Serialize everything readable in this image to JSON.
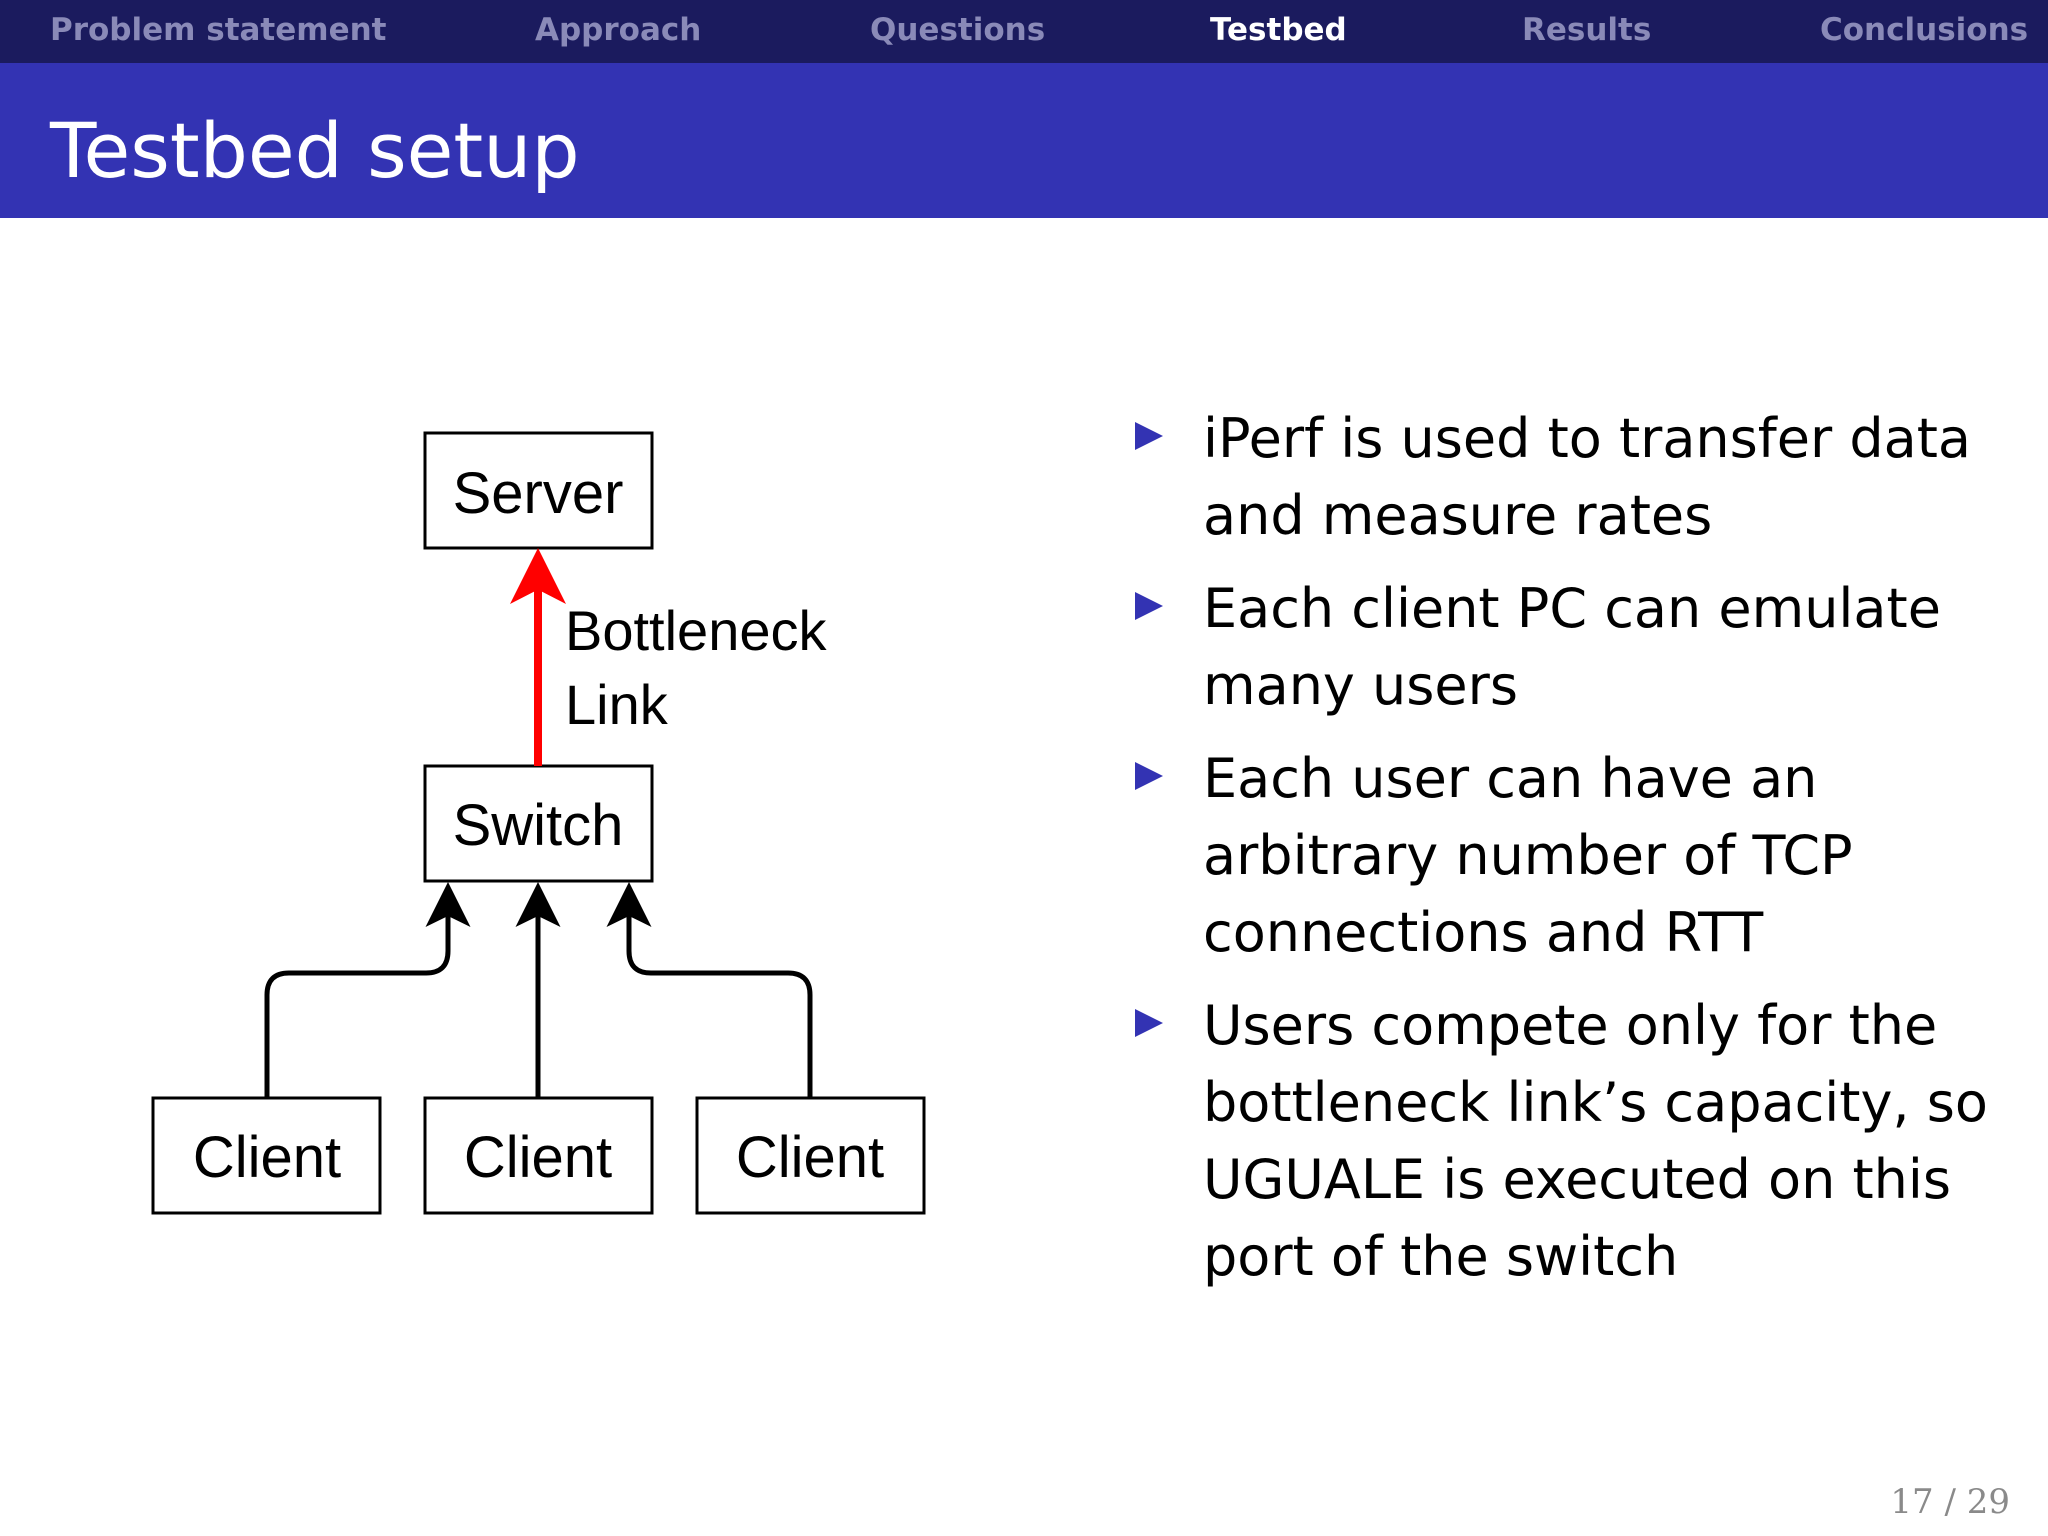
{
  "nav": {
    "items": [
      {
        "label": "Problem statement",
        "active": false
      },
      {
        "label": "Approach",
        "active": false
      },
      {
        "label": "Questions",
        "active": false
      },
      {
        "label": "Testbed",
        "active": true
      },
      {
        "label": "Results",
        "active": false
      },
      {
        "label": "Conclusions",
        "active": false
      }
    ]
  },
  "slide": {
    "title": "Testbed setup",
    "page_number": "17 / 29"
  },
  "diagram": {
    "server_label": "Server",
    "switch_label": "Switch",
    "clients": [
      "Client",
      "Client",
      "Client"
    ],
    "bottleneck_label_line1": "Bottleneck",
    "bottleneck_label_line2": "Link",
    "bottleneck_color": "#ff0000",
    "link_color": "#000000"
  },
  "bullets": [
    "iPerf is used to transfer data and measure rates",
    "Each client PC can emulate many users",
    "Each user can have an arbitrary number of TCP connections and RTT",
    "Users compete only for the bottleneck link’s capacity, so UGUALE is executed on this port of the switch"
  ],
  "colors": {
    "navbar_bg": "#1b1b5e",
    "titlebar_bg": "#3333b3",
    "bullet_marker": "#3333b3"
  }
}
